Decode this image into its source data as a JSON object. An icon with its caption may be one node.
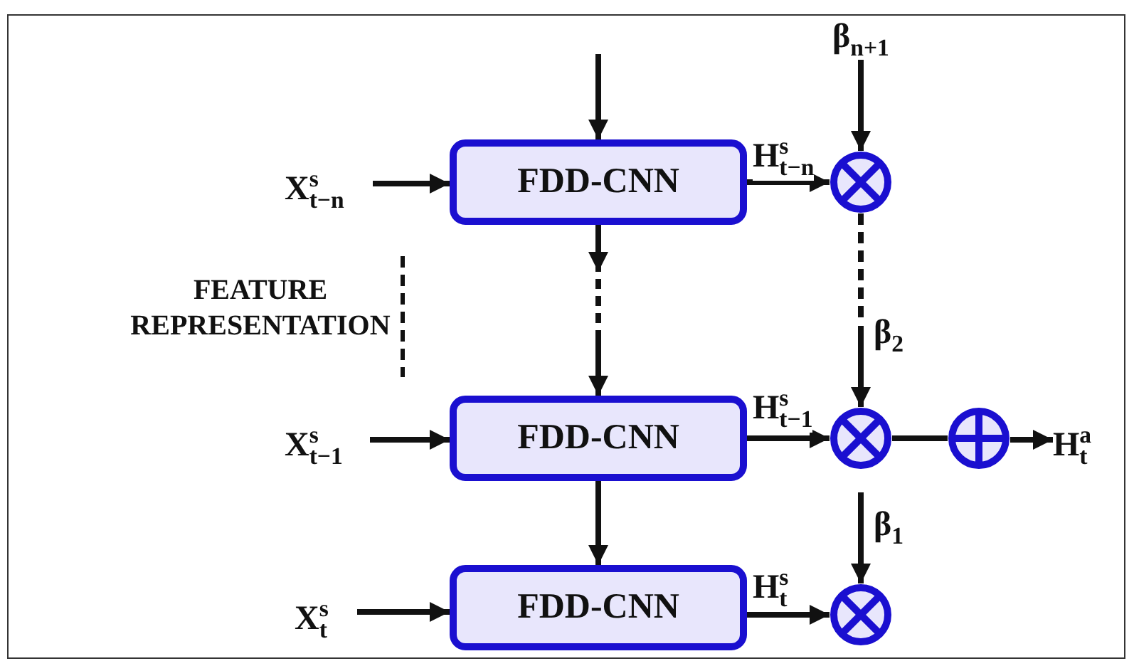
{
  "diagram": {
    "nodes": [
      {
        "text": [
          "FDD-CNN"
        ]
      },
      {
        "text": [
          "FDD-CNN"
        ]
      },
      {
        "text": [
          "FDD-CNN"
        ]
      },
      {
        "text": [
          "X$^{s}$$_{t−n}$"
        ]
      },
      {
        "text": [
          "X$^{s}$$_{t−1}$"
        ]
      },
      {
        "text": [
          "X$^{s}$$_{t}$"
        ]
      },
      {
        "text": [],
        "shape": "circle"
      },
      {
        "text": [],
        "shape": "circle"
      },
      {
        "text": [],
        "shape": "circle"
      },
      {
        "text": [],
        "shape": "circle"
      },
      {
        "text": [
          "H$^{a}$$_{t}$"
        ]
      },
      {
        "text": [
          "β$_{n+1}$"
        ]
      }
    ],
    "edges": [
      {
        "from": null,
        "to": 0,
        "arrow": "to"
      },
      {
        "from": 3,
        "to": 0,
        "arrow": "to"
      },
      {
        "from": 0,
        "to": 6,
        "arrow": "to",
        "label": "H$^{s}$$_{t−n}$"
      },
      {
        "from": 11,
        "to": 6,
        "arrow": "to"
      },
      {
        "from": 0,
        "to": 1,
        "arrow": "to",
        "style": "dashed"
      },
      {
        "from": 6,
        "to": 7,
        "arrow": "to",
        "style": "dashed",
        "label": "β$_{2}$"
      },
      {
        "from": 4,
        "to": 1,
        "arrow": "to"
      },
      {
        "from": 1,
        "to": 7,
        "arrow": "to",
        "label": "H$^{s}$$_{t−1}$"
      },
      {
        "from": 7,
        "to": 9,
        "arrow": "none"
      },
      {
        "from": 9,
        "to": 10,
        "arrow": "to"
      },
      {
        "from": 1,
        "to": 2,
        "arrow": "to"
      },
      {
        "from": null,
        "to": 8,
        "arrow": "to",
        "label": "β$_{1}$"
      },
      {
        "from": 5,
        "to": 2,
        "arrow": "to"
      },
      {
        "from": 2,
        "to": 8,
        "arrow": "to",
        "label": "H$^{s}$$_{t}$"
      }
    ],
    "labels": [
      "FEATURE REPRESENTATION"
    ]
  }
}
